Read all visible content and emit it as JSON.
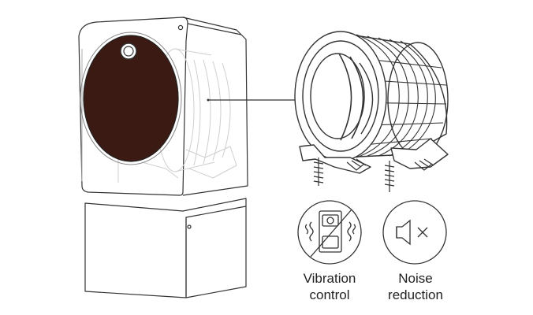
{
  "features": [
    {
      "id": "vibration",
      "icon": "vibration-control-icon",
      "lines": [
        "Vibration",
        "control"
      ]
    },
    {
      "id": "noise",
      "icon": "noise-reduction-icon",
      "lines": [
        "Noise",
        "reduction"
      ]
    }
  ],
  "colors": {
    "line": "#333333",
    "door": "#3a1a12",
    "faint": "#cfcfcf"
  }
}
